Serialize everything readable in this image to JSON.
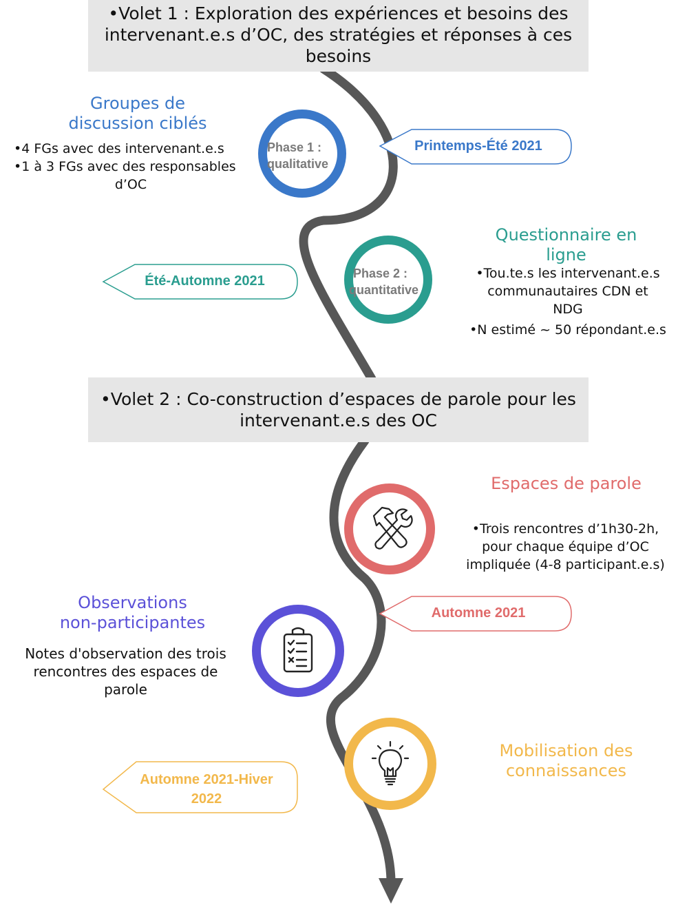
{
  "volet1": {
    "lines": [
      "•Volet 1 : Exploration des expériences et besoins des",
      "intervenant.e.s d’OC, des stratégies et réponses à ces",
      "besoins"
    ]
  },
  "volet2": {
    "lines": [
      "•Volet 2 : Co-construction d’espaces de parole pour les",
      "intervenant.e.s des OC"
    ]
  },
  "phase1": {
    "heading_lines": [
      "Groupes de",
      "discussion ciblés"
    ],
    "bullets": [
      "•4 FGs avec des intervenant.e.s",
      "•1 à 3 FGs avec des responsables",
      "d’OC"
    ],
    "ring_lines": [
      "Phase 1 :",
      "qualitative"
    ],
    "tag": "Printemps-Été 2021",
    "color": "#3a78c9"
  },
  "phase2": {
    "heading_lines": [
      "Questionnaire en",
      "ligne"
    ],
    "bullets": [
      "•Tou.te.s les intervenant.e.s",
      "communautaires CDN et",
      "NDG",
      "•N estimé ~ 50 répondant.e.s"
    ],
    "ring_lines": [
      "Phase 2 :",
      "quantitative"
    ],
    "tag": "Été-Automne 2021",
    "color": "#2a9d8f"
  },
  "espaces": {
    "heading": "Espaces de parole",
    "bullets": [
      "•Trois rencontres d’1h30-2h,",
      "pour chaque équipe d’OC",
      "impliquée (4-8 participant.e.s)"
    ],
    "tag": "Automne 2021",
    "icon": "hammer-wrench-icon",
    "color": "#e06b6b"
  },
  "observations": {
    "heading_lines": [
      "Observations",
      "non-participantes"
    ],
    "text_lines": [
      "Notes d'observation des trois",
      "rencontres des espaces de",
      "parole"
    ],
    "icon": "clipboard-checklist-icon",
    "color": "#5b51d8"
  },
  "mobilisation": {
    "heading_lines": [
      "Mobilisation des",
      "connaissances"
    ],
    "tag_lines": [
      "Automne 2021-Hiver",
      "2022"
    ],
    "icon": "lightbulb-icon",
    "color": "#f2b84b"
  },
  "colors": {
    "path": "#575757",
    "banner": "#e6e6e6",
    "ring_text": "#7a7a7a"
  }
}
